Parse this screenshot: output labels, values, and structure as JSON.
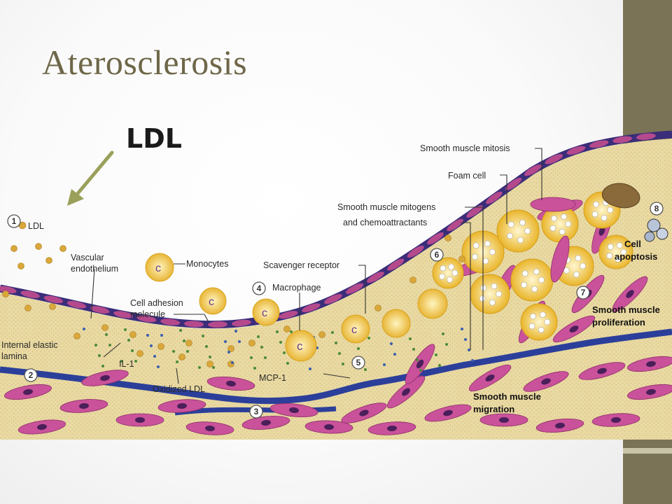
{
  "slide": {
    "title": "Aterosclerosis",
    "callout": "LDL",
    "colors": {
      "title": "#6e6748",
      "side_bar": "#7a7355",
      "arrow": "#9aa05a",
      "tissue": "#e8d9a0",
      "endothelium": "#3a2d7a",
      "smooth_muscle": "#c9529a",
      "foam_cell": "#f2c94c",
      "lamina": "#2b3f9a"
    }
  },
  "diagram": {
    "labels": {
      "ldl": "LDL",
      "vascular_endothelium_1": "Vascular",
      "vascular_endothelium_2": "endothelium",
      "monocytes": "Monocytes",
      "cell_adhesion_1": "Cell adhesion",
      "cell_adhesion_2": "molecule",
      "internal_elastic_1": "Internal elastic",
      "internal_elastic_2": "lamina",
      "il1": "IL-1",
      "oxidized_ldl": "Oxidized LDL",
      "macrophage": "Macrophage",
      "scavenger_receptor": "Scavenger receptor",
      "mcp1": "MCP-1",
      "mitogens_1": "Smooth muscle mitogens",
      "mitogens_2": "and chemoattractants",
      "foam_cell": "Foam cell",
      "mitosis": "Smooth muscle mitosis",
      "apoptosis_1": "Cell",
      "apoptosis_2": "apoptosis",
      "proliferation_1": "Smooth muscle",
      "proliferation_2": "proliferation",
      "migration_1": "Smooth muscle",
      "migration_2": "migration"
    },
    "steps": [
      "1",
      "2",
      "3",
      "4",
      "5",
      "6",
      "7",
      "8"
    ]
  }
}
